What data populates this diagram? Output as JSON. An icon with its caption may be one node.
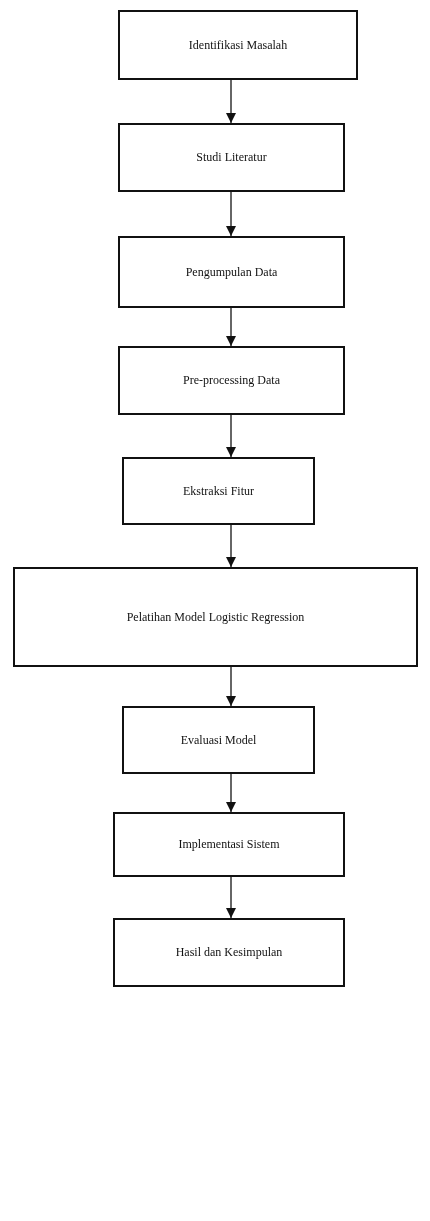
{
  "diagram": {
    "nodes": [
      {
        "text": [
          "Identifikasi Masalah"
        ]
      },
      {
        "text": [
          "Studi Literatur"
        ]
      },
      {
        "text": [
          "Pengumpulan Data"
        ]
      },
      {
        "text": [
          "Pre-processing Data"
        ]
      },
      {
        "text": [
          "Ekstraksi Fitur"
        ]
      },
      {
        "text": [
          "Pelatihan Model Logistic Regression"
        ]
      },
      {
        "text": [
          "Evaluasi Model"
        ]
      },
      {
        "text": [
          "Implementasi Sistem"
        ]
      },
      {
        "text": [
          "Hasil dan Kesimpulan"
        ]
      }
    ],
    "edges": [
      {
        "from": 0,
        "to": 1,
        "arrow": "to"
      },
      {
        "from": 1,
        "to": 2,
        "arrow": "to"
      },
      {
        "from": 2,
        "to": 3,
        "arrow": "to"
      },
      {
        "from": 3,
        "to": 4,
        "arrow": "to"
      },
      {
        "from": 4,
        "to": 5,
        "arrow": "to"
      },
      {
        "from": 5,
        "to": 6,
        "arrow": "to"
      },
      {
        "from": 6,
        "to": 7,
        "arrow": "to"
      },
      {
        "from": 7,
        "to": 8,
        "arrow": "to"
      }
    ]
  }
}
